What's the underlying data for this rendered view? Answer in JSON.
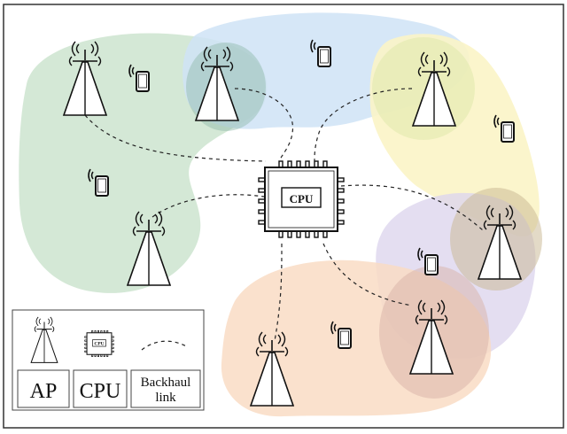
{
  "diagram": {
    "cpu_label": "CPU",
    "colors": {
      "green": "#cfe5d2",
      "blue": "#cfe3f6",
      "yellow": "#fbf4c6",
      "purple": "#ddd6ee",
      "orange": "#f9dcc4",
      "brown": "#dcc9b1",
      "line": "#222222"
    },
    "access_points": [
      "AP",
      "AP",
      "AP",
      "AP",
      "AP",
      "AP",
      "AP"
    ],
    "devices": [
      "phone-icon",
      "phone-icon",
      "phone-icon",
      "phone-icon",
      "phone-icon",
      "phone-icon"
    ]
  },
  "legend": {
    "ap_label": "AP",
    "cpu_label": "CPU",
    "cpu_icon_label": "CPU",
    "backhaul_label_line1": "Backhaul",
    "backhaul_label_line2": "link"
  }
}
